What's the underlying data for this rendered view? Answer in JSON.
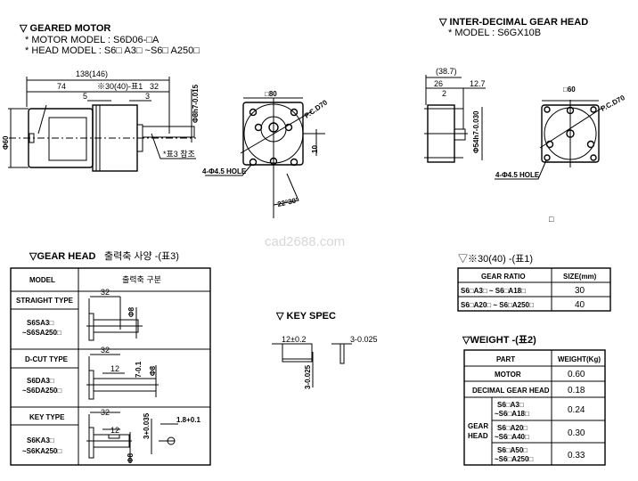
{
  "geared_motor": {
    "title": "▽ GEARED MOTOR",
    "motor_model": "* MOTOR MODEL : S6D06-□A",
    "head_model": "* HEAD MODEL : S6□ A3□ ~S6□ A250□",
    "dims": {
      "overall": "138(146)",
      "motor_len": "74",
      "head_len": "※30(40)-표1",
      "shaft_len": "32",
      "flange": "5",
      "shaft_step": "3",
      "shaft_dia": "Φ8h7-0.015",
      "body_dia": "Φ60",
      "note": "*표3 참조",
      "square": "□80",
      "pcd": "P.C.D70",
      "offset": "10",
      "holes": "4-Φ4.5 HOLE",
      "angle": "22°30'"
    }
  },
  "decimal_head": {
    "title": "▽ INTER-DECIMAL GEAR HEAD",
    "model": "* MODEL : S6GX10B",
    "dims": {
      "overall": "(38.7)",
      "body": "26",
      "boss": "12.7",
      "step": "2",
      "boss_dia": "Φ54h7-0.030",
      "square": "□60",
      "pcd": "P.C.D70",
      "holes": "4-Φ4.5 HOLE"
    },
    "mark": "□"
  },
  "watermark": "cad2688.com",
  "gear_head": {
    "title": "▽GEAR HEAD",
    "subtitle": "출력축 사양 -(표3)",
    "headers": [
      "MODEL",
      "출력축 구분"
    ],
    "rows": [
      {
        "type": "STRAIGHT TYPE",
        "model1": "S6SA3□",
        "model2": "~S6SA250□",
        "dims": [
          "32",
          "Φ8"
        ]
      },
      {
        "type": "D-CUT TYPE",
        "model1": "S6DA3□",
        "model2": "~S6DA250□",
        "dims": [
          "32",
          "12",
          "7-0.1",
          "Φ8"
        ]
      },
      {
        "type": "KEY TYPE",
        "model1": "S6KA3□",
        "model2": "~S6KA250□",
        "dims": [
          "32",
          "12",
          "Φ8",
          "3+0.035",
          "1.8+0.1"
        ]
      }
    ]
  },
  "key_spec": {
    "title": "▽ KEY SPEC",
    "length": "12±0.2",
    "width": "3-0.025",
    "height": "3-0.025"
  },
  "table1": {
    "title": "▽※30(40) -(표1)",
    "headers": [
      "GEAR RATIO",
      "SIZE(mm)"
    ],
    "rows": [
      {
        "ratio": "S6□A3□ ~ S6□A18□",
        "size": "30"
      },
      {
        "ratio": "S6□A20□ ~ S6□A250□",
        "size": "40"
      }
    ]
  },
  "weight": {
    "title": "▽WEIGHT -(표2)",
    "headers": [
      "PART",
      "WEIGHT(Kg)"
    ],
    "rows": [
      {
        "part": "MOTOR",
        "weight": "0.60"
      },
      {
        "part": "DECIMAL GEAR HEAD",
        "weight": "0.18"
      }
    ],
    "group_label": [
      "GEAR",
      "HEAD"
    ],
    "group_rows": [
      {
        "m1": "S6□A3□",
        "m2": "~S6□A18□",
        "weight": "0.24"
      },
      {
        "m1": "S6□A20□",
        "m2": "~S6□A40□",
        "weight": "0.30"
      },
      {
        "m1": "S6□A50□",
        "m2": "~S6□A250□",
        "weight": "0.33"
      }
    ]
  }
}
